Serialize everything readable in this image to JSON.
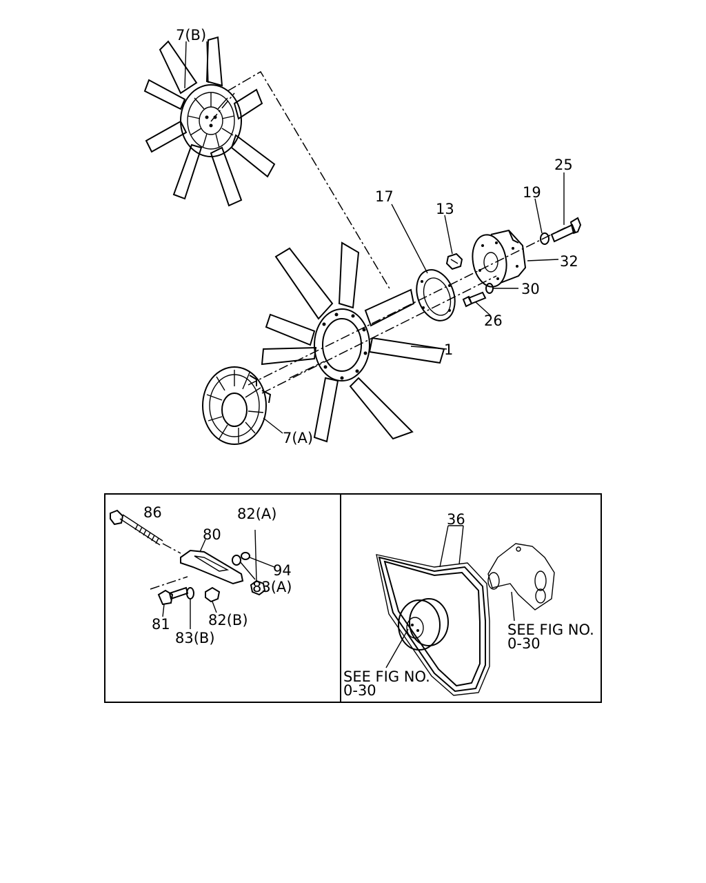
{
  "colors": {
    "ink": "#000000",
    "paper": "#ffffff"
  },
  "labels": {
    "fan_clutch_b": "7(B)",
    "fan": "1",
    "fan_clutch_a": "7(A)",
    "spacer": "17",
    "nut": "13",
    "washer_19": "19",
    "bolt_25": "25",
    "pulley_hub": "32",
    "washer_30": "30",
    "bolt_26": "26",
    "adjusting_bolt": "86",
    "adjusting_plate": "80",
    "nut_82a": "82(A)",
    "washer_94": "94",
    "washer_83a": "83(A)",
    "bolt_81": "81",
    "washer_83b": "83(B)",
    "nut_82b": "82(B)",
    "v_belt": "36",
    "see_fig_right_line1": "SEE FIG NO.",
    "see_fig_right_line2": "0-30",
    "see_fig_left_line1": "SEE FIG NO.",
    "see_fig_left_line2": "0-30"
  }
}
